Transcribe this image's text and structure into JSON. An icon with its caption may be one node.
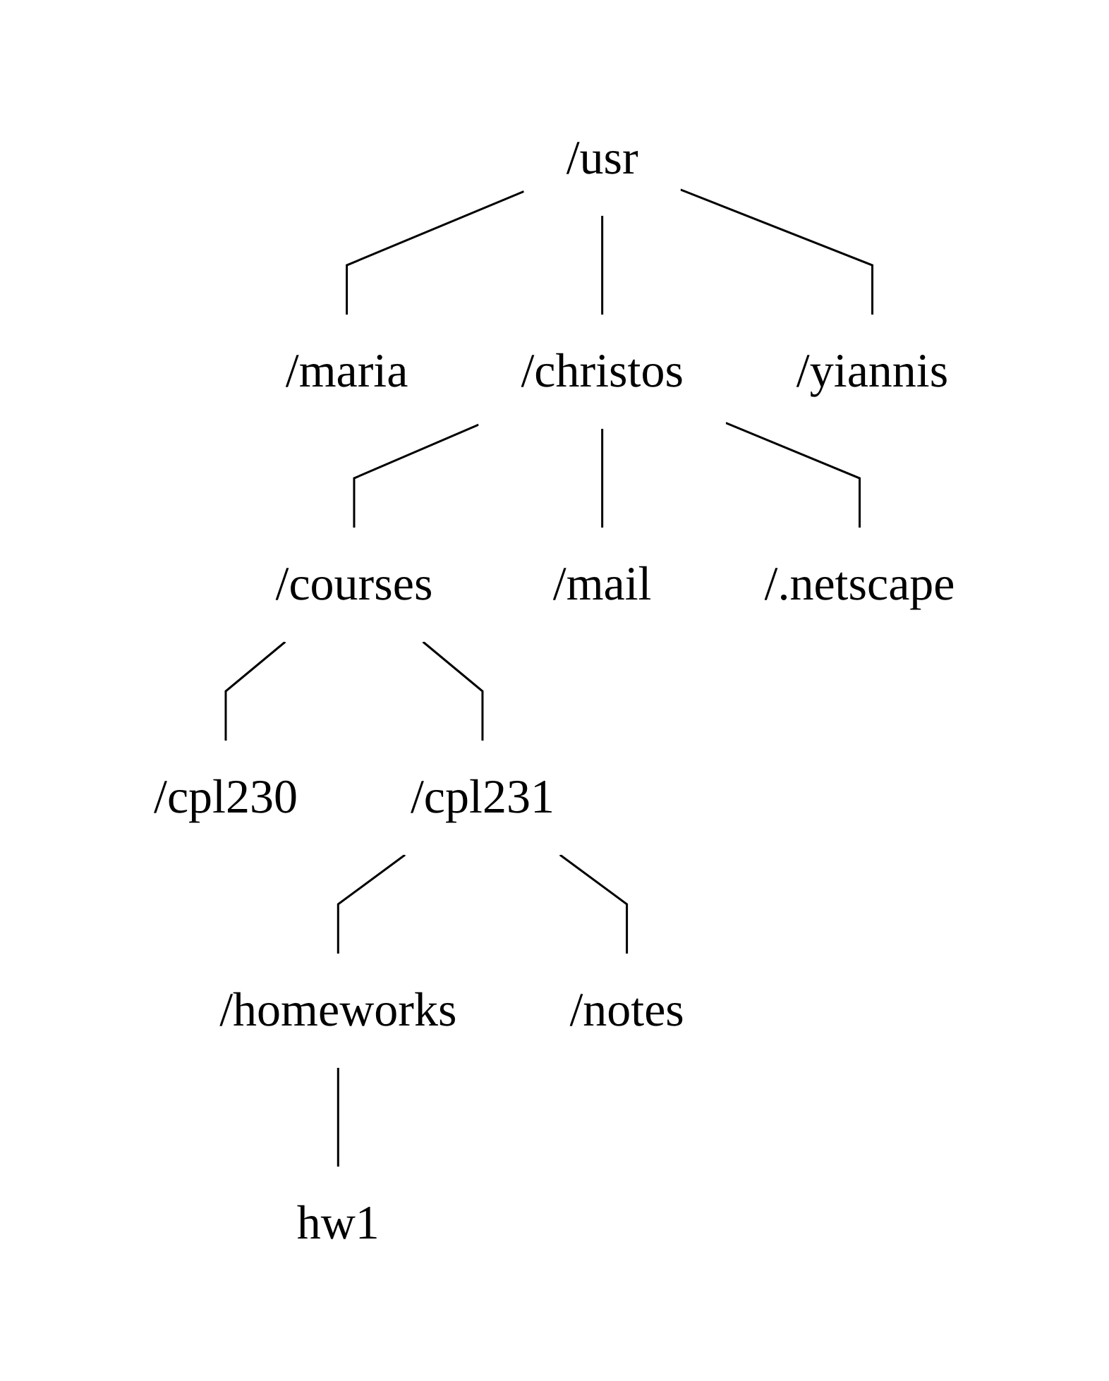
{
  "diagram": {
    "nodes": [
      {
        "text": [
          "/usr"
        ]
      },
      {
        "text": [
          "/maria"
        ]
      },
      {
        "text": [
          "/christos"
        ]
      },
      {
        "text": [
          "/yiannis"
        ]
      },
      {
        "text": [
          "/courses"
        ]
      },
      {
        "text": [
          "/mail"
        ]
      },
      {
        "text": [
          "/.netscape"
        ]
      },
      {
        "text": [
          "/cpl230"
        ]
      },
      {
        "text": [
          "/cpl231"
        ]
      },
      {
        "text": [
          "/homeworks"
        ]
      },
      {
        "text": [
          "/notes"
        ]
      },
      {
        "text": [
          "hw1"
        ]
      }
    ],
    "edges": [
      {
        "from": 0,
        "to": 1,
        "arrow": "none"
      },
      {
        "from": 0,
        "to": 2,
        "arrow": "none"
      },
      {
        "from": 0,
        "to": 3,
        "arrow": "none"
      },
      {
        "from": 2,
        "to": 4,
        "arrow": "none"
      },
      {
        "from": 2,
        "to": 5,
        "arrow": "none"
      },
      {
        "from": 2,
        "to": 6,
        "arrow": "none"
      },
      {
        "from": 4,
        "to": 7,
        "arrow": "none"
      },
      {
        "from": 4,
        "to": 8,
        "arrow": "none"
      },
      {
        "from": 8,
        "to": 9,
        "arrow": "none"
      },
      {
        "from": 8,
        "to": 10,
        "arrow": "none"
      },
      {
        "from": 9,
        "to": 11,
        "arrow": "none"
      }
    ]
  }
}
